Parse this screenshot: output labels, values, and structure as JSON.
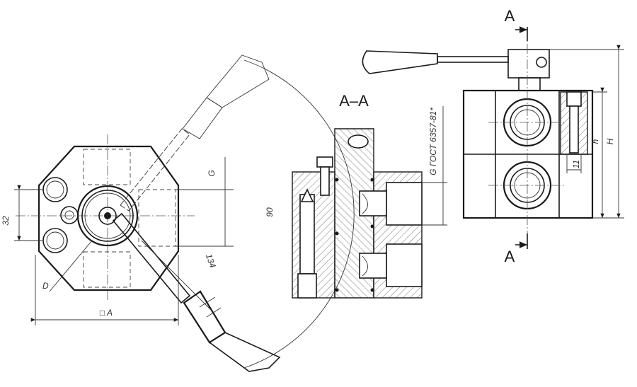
{
  "labels": {
    "dim_32": "32",
    "dim_d": "D",
    "dim_a": "□ A",
    "dim_g": "G",
    "dim_90": "90",
    "dim_134": "134",
    "section_title": "A–A",
    "gost": "G ГОСТ 6357-81*",
    "section_mark_top": "A",
    "section_mark_bottom": "A",
    "dim_H": "H",
    "dim_h": "h",
    "dim_11": "11"
  }
}
